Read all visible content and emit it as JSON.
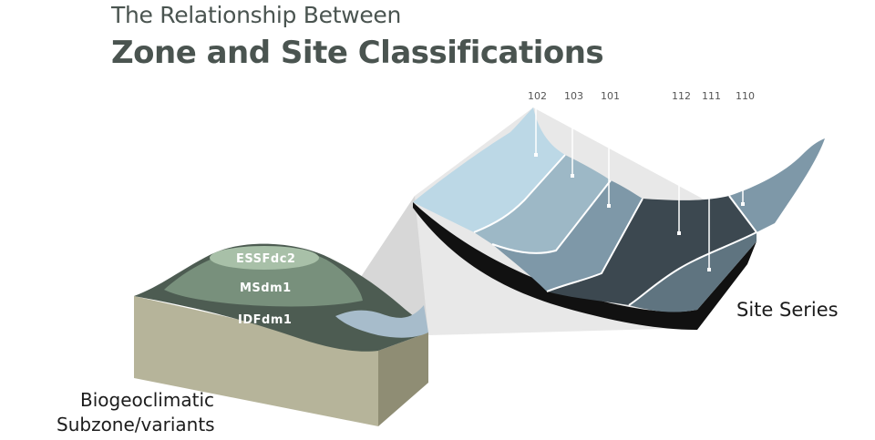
{
  "title": {
    "line1": "The Relationship Between",
    "line2": "Zone and Site Classifications"
  },
  "block": {
    "caption_line1": "Biogeoclimatic",
    "caption_line2": "Subzone/variants",
    "zones": [
      "ESSFdc2",
      "MSdm1",
      "IDFdm1"
    ]
  },
  "site_series": {
    "caption": "Site Series",
    "codes": [
      "102",
      "103",
      "101",
      "112",
      "111",
      "110"
    ]
  },
  "colors": {
    "text_title": "#4a5450",
    "soil": "#b6b49a",
    "zone_low": "#4d5c52",
    "zone_mid": "#78907c",
    "zone_high": "#a8c0a8",
    "band_1": "#bcd8e6",
    "band_2": "#9db8c6",
    "band_3": "#7e98a8",
    "band_4": "#3c4850",
    "band_5": "#5f7480",
    "band_edge": "#111111"
  }
}
